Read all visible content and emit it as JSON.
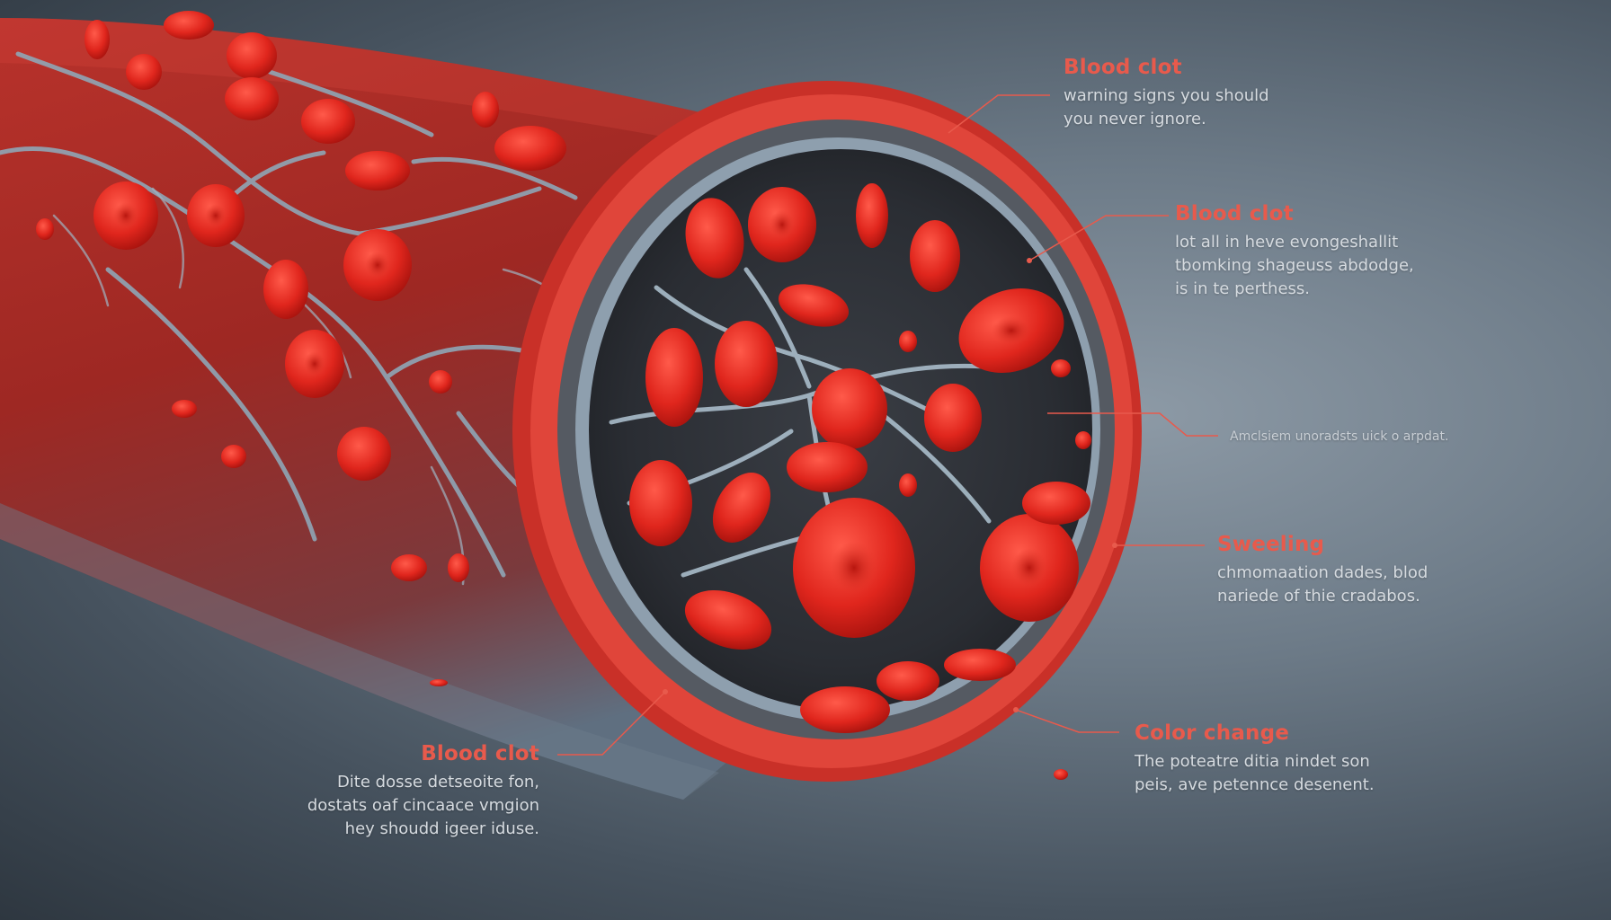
{
  "accent_color": "#e85a4c",
  "vessel_color": "#c8302a",
  "vein_color": "#8fa6b6",
  "callouts": [
    {
      "title": "Blood clot",
      "lines": [
        "warning signs you should",
        "you never ignore."
      ]
    },
    {
      "title": "Blood clot",
      "lines": [
        "lot all in heve evongeshallit",
        "tbomking shageuss abdodge,",
        "is in te perthess."
      ]
    },
    {
      "title": "",
      "lines": [
        "Amclsiem unoradsts uick o arpdat."
      ]
    },
    {
      "title": "Sweeling",
      "lines": [
        "chmomaation dades, blod",
        "nariede of thie cradabos."
      ]
    },
    {
      "title": "Color change",
      "lines": [
        "The poteatre ditia nindet son",
        "peis, ave petennce desenent."
      ]
    },
    {
      "title": "Blood clot",
      "lines": [
        "Dite dosse detseoite fon,",
        "dostats oaf cincaace vmgion",
        "hey shoudd igeer iduse."
      ]
    }
  ]
}
